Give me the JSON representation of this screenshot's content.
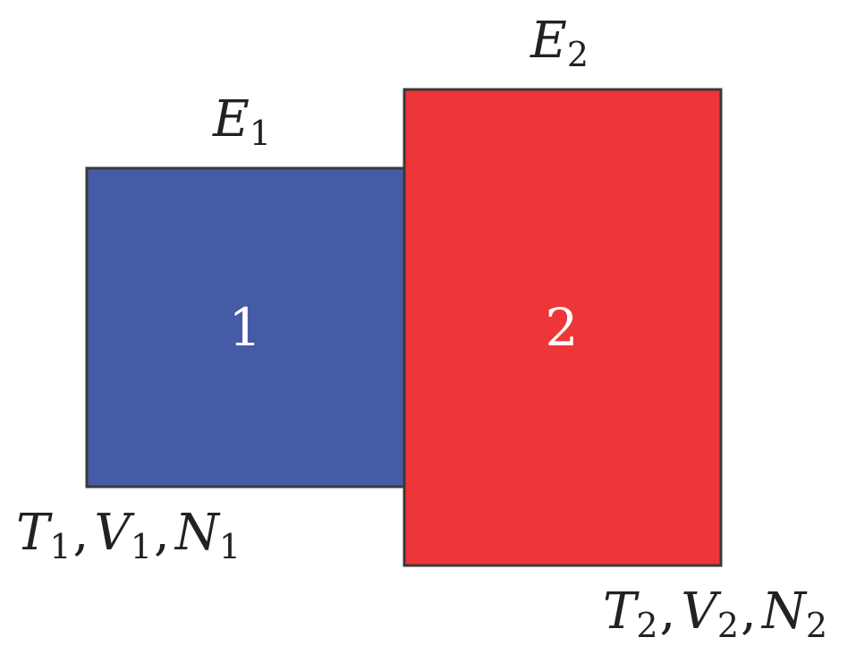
{
  "system1": {
    "number": "1",
    "energy": {
      "symbol": "E",
      "subscript": "1"
    },
    "state": {
      "vars": [
        {
          "symbol": "T",
          "subscript": "1"
        },
        {
          "symbol": "V",
          "subscript": "1"
        },
        {
          "symbol": "N",
          "subscript": "1"
        }
      ],
      "separator": ","
    },
    "fill": "#455ba6"
  },
  "system2": {
    "number": "2",
    "energy": {
      "symbol": "E",
      "subscript": "2"
    },
    "state": {
      "vars": [
        {
          "symbol": "T",
          "subscript": "2"
        },
        {
          "symbol": "V",
          "subscript": "2"
        },
        {
          "symbol": "N",
          "subscript": "2"
        }
      ],
      "separator": ","
    },
    "fill": "#ee3538"
  },
  "stroke": "#3a3a3a",
  "number_color": "#ffffff",
  "text_color": "#222222"
}
